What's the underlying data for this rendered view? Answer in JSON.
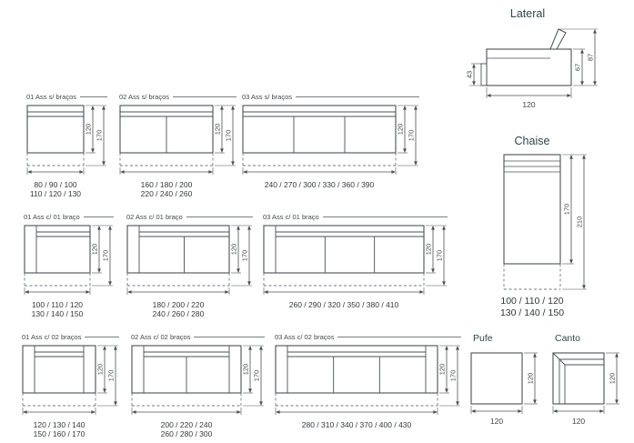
{
  "palette": {
    "line": "#4b5054",
    "dash": "#73787b",
    "text": "#3c4043",
    "module_title": "#42474a",
    "section_title": "#2c474d",
    "background": "#ffffff"
  },
  "modules": [
    {
      "title": "01 Ass s/ braços",
      "seats": 1,
      "arms": "none",
      "depth_dim": "120",
      "total_depth_dim": "170",
      "width_options": [
        "80 / 90 / 100",
        "110 / 120 / 130"
      ],
      "px": {
        "body_w": 62
      }
    },
    {
      "title": "02 Ass s/ braços",
      "seats": 2,
      "arms": "none",
      "depth_dim": "120",
      "total_depth_dim": "170",
      "width_options": [
        "160 / 180 / 200",
        "220 / 240 / 260"
      ],
      "px": {
        "body_w": 102
      }
    },
    {
      "title": "03 Ass s/ braços",
      "seats": 3,
      "arms": "none",
      "depth_dim": "120",
      "total_depth_dim": "170",
      "width_options": [
        "240 / 270 / 300 / 330 / 360 / 390"
      ],
      "px": {
        "body_w": 168
      }
    },
    {
      "title": "01 Ass c/ 01 braço",
      "seats": 1,
      "arms": "left",
      "depth_dim": "120",
      "total_depth_dim": "170",
      "width_options": [
        "100 / 110 / 120",
        "130 / 140 / 150"
      ],
      "px": {
        "body_w": 72
      }
    },
    {
      "title": "02 Ass c/ 01 braço",
      "seats": 2,
      "arms": "left",
      "depth_dim": "120",
      "total_depth_dim": "170",
      "width_options": [
        "180 / 200 / 220",
        "240 / 260 / 280"
      ],
      "px": {
        "body_w": 112
      }
    },
    {
      "title": "03 Ass c/ 01 braço",
      "seats": 3,
      "arms": "left",
      "depth_dim": "120",
      "total_depth_dim": "170",
      "width_options": [
        "260 / 290 / 320 / 350 / 380 / 410"
      ],
      "px": {
        "body_w": 176
      }
    },
    {
      "title": "01 Ass c/ 02 braços",
      "seats": 1,
      "arms": "both",
      "depth_dim": "120",
      "total_depth_dim": "170",
      "width_options": [
        "120 / 130 / 140",
        "150 / 160 / 170"
      ],
      "px": {
        "body_w": 80
      }
    },
    {
      "title": "02 Ass c/ 02 braços",
      "seats": 2,
      "arms": "both",
      "depth_dim": "120",
      "total_depth_dim": "170",
      "width_options": [
        "200 / 220 / 240",
        "260 / 280 / 300"
      ],
      "px": {
        "body_w": 120
      }
    },
    {
      "title": "03 Ass c/ 02 braços",
      "seats": 3,
      "arms": "both",
      "depth_dim": "120",
      "total_depth_dim": "170",
      "width_options": [
        "280 / 310 / 340 / 370 / 400 / 430"
      ],
      "px": {
        "body_w": 178
      }
    }
  ],
  "lateral": {
    "title": "Lateral",
    "dims": {
      "base_height": "43",
      "seat_height": "67",
      "total_height": "87",
      "depth": "120"
    }
  },
  "chaise": {
    "title": "Chaise",
    "dims": {
      "body_length": "170",
      "total_length": "210"
    },
    "width_options": [
      "100 / 110 / 120",
      "130 / 140 / 150"
    ]
  },
  "pufe": {
    "title": "Pufe",
    "dims": {
      "height": "120",
      "width": "120"
    }
  },
  "canto": {
    "title": "Canto",
    "dims": {
      "height": "120",
      "width": "120"
    }
  }
}
